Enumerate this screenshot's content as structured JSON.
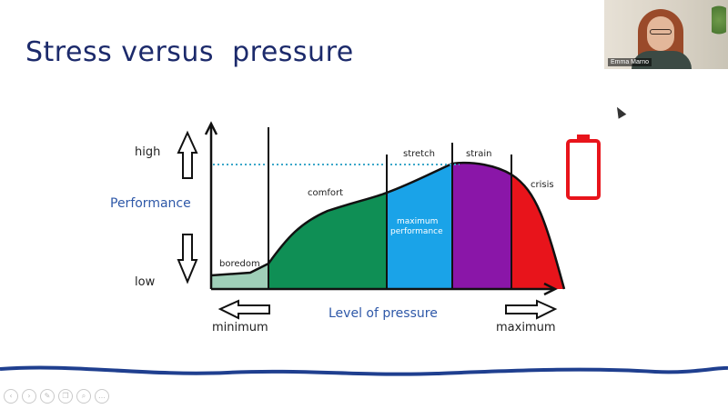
{
  "slide": {
    "title": "Stress versus  pressure"
  },
  "chart": {
    "y_axis_high": "high",
    "y_axis_low": "low",
    "y_axis_label": "Performance",
    "x_axis_label": "Level of pressure",
    "x_min_label": "minimum",
    "x_max_label": "maximum",
    "zones": {
      "boredom": "boredom",
      "comfort": "comfort",
      "stretch": "stretch",
      "strain": "strain",
      "crisis": "crisis",
      "maximum_line1": "maximum",
      "maximum_line2": "performance"
    },
    "colors": {
      "boredom": "#9fcfb8",
      "comfort": "#0f8f55",
      "stretch": "#1aa3e8",
      "strain": "#8a16a8",
      "crisis": "#e8141b",
      "dotted_line": "#3aa7c9",
      "title": "#1c2a6b",
      "battery": "#e8141b"
    }
  },
  "video": {
    "participant_name": "Emma Marno"
  },
  "toolbar": {
    "icons": [
      "prev-icon",
      "next-icon",
      "pen-icon",
      "copy-icon",
      "zoom-icon",
      "more-icon"
    ],
    "glyphs": [
      "‹",
      "›",
      "✎",
      "❐",
      "⌕",
      "…"
    ]
  },
  "footer_wave_color": "#1f3f8f"
}
